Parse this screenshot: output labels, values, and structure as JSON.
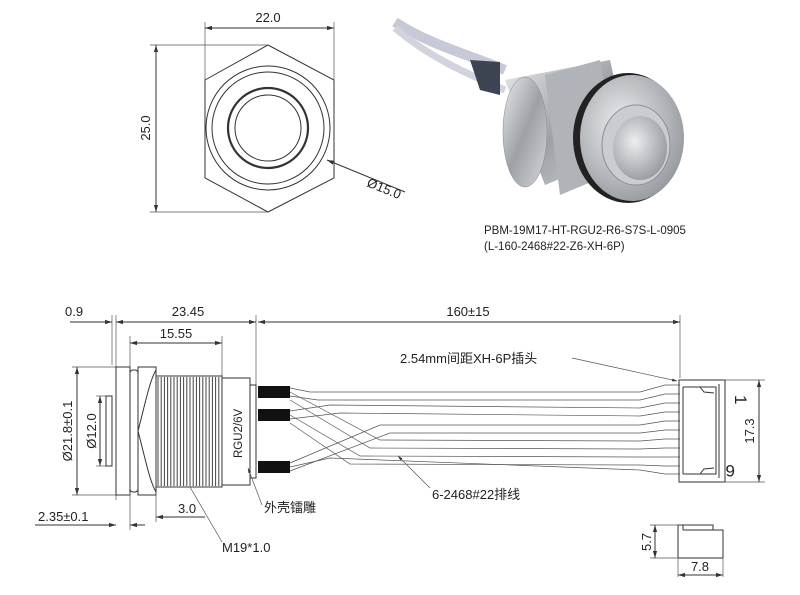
{
  "front_view": {
    "width_dim": "22.0",
    "height_dim": "25.0",
    "diameter_dim": "Ø15.0"
  },
  "product": {
    "model_line1": "PBM-19M17-HT-RGU2-R6-S7S-L-0905",
    "model_line2": "(L-160-2468#22-Z6-XH-6P)"
  },
  "side_view": {
    "dim_flange": "0.9",
    "dim_body_length": "23.45",
    "dim_thread_length": "15.55",
    "dim_cable_length": "160±15",
    "dim_outer_diameter": "Ø21.8±0.1",
    "dim_button_diameter": "Ø12.0",
    "dim_bezel": "2.35±0.1",
    "dim_nut": "3.0",
    "thread_spec": "M19*1.0",
    "body_marking": "RGU2/6V",
    "engraving_note": "外壳镭雕",
    "connector_note": "2.54mm间距XH-6P插头",
    "cable_note": "6-2468#22排线",
    "pin_first": "1",
    "pin_last": "6",
    "connector_height": "17.3",
    "connector_depth": "5.7",
    "connector_width": "7.8"
  },
  "colors": {
    "line": "#333333",
    "lead": "#111111",
    "metal": "#b9bcc0"
  }
}
